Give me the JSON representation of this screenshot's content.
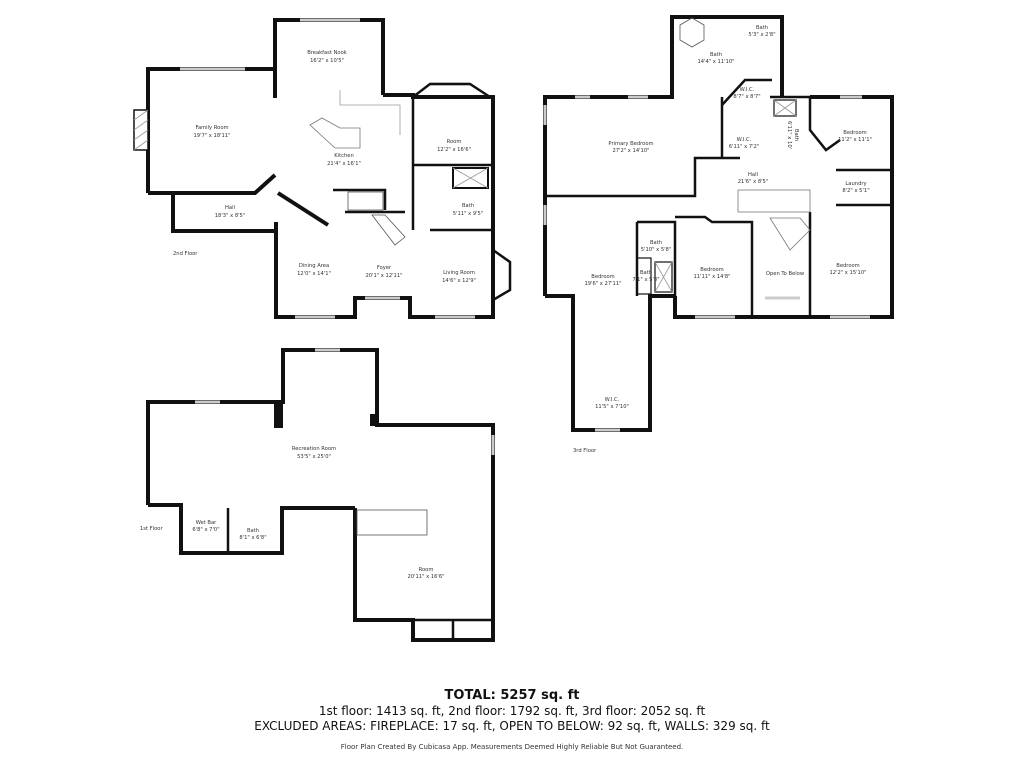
{
  "floors": [
    {
      "label": "2nd Floor",
      "rooms": [
        {
          "name": "Breakfast Nook",
          "dims": "16'2\" x 10'5\""
        },
        {
          "name": "Family Room",
          "dims": "19'7\" x 18'11\""
        },
        {
          "name": "Kitchen",
          "dims": "21'4\" x 16'1\""
        },
        {
          "name": "Room",
          "dims": "12'2\" x 16'6\""
        },
        {
          "name": "Hall",
          "dims": "18'3\" x 8'5\""
        },
        {
          "name": "Bath",
          "dims": "5'11\" x 9'5\""
        },
        {
          "name": "Dining Area",
          "dims": "12'0\" x 14'1\""
        },
        {
          "name": "Foyer",
          "dims": "20'1\" x 12'11\""
        },
        {
          "name": "Living Room",
          "dims": "14'6\" x 12'9\""
        }
      ]
    },
    {
      "label": "3rd Floor",
      "rooms": [
        {
          "name": "Bath",
          "dims": "5'3\" x 2'8\""
        },
        {
          "name": "Bath",
          "dims": "14'4\" x 11'10\""
        },
        {
          "name": "W.I.C.",
          "dims": "8'7\" x 8'7\""
        },
        {
          "name": "Primary Bedroom",
          "dims": "27'2\" x 14'10\""
        },
        {
          "name": "W.I.C.",
          "dims": "6'11\" x 7'2\""
        },
        {
          "name": "Bath",
          "dims": "6'11\" x 10'"
        },
        {
          "name": "Bedroom",
          "dims": "11'2\" x 11'1\""
        },
        {
          "name": "Hall",
          "dims": "21'6\" x 8'5\""
        },
        {
          "name": "Laundry",
          "dims": "8'2\" x 5'1\""
        },
        {
          "name": "Bath",
          "dims": "5'10\" x 5'8\""
        },
        {
          "name": "Bath",
          "dims": "7'1\" x 5'8\""
        },
        {
          "name": "Bedroom",
          "dims": "11'11\" x 14'8\""
        },
        {
          "name": "Open To Below",
          "dims": ""
        },
        {
          "name": "Bedroom",
          "dims": "12'2\" x 15'10\""
        },
        {
          "name": "Bedroom",
          "dims": "19'6\" x 27'11\""
        },
        {
          "name": "W.I.C.",
          "dims": "11'5\" x 7'10\""
        }
      ]
    },
    {
      "label": "1st Floor",
      "rooms": [
        {
          "name": "Recreation Room",
          "dims": "53'5\" x 25'0\""
        },
        {
          "name": "Wet Bar",
          "dims": "6'8\" x 7'0\""
        },
        {
          "name": "Bath",
          "dims": "8'1\" x 6'8\""
        },
        {
          "name": "Room",
          "dims": "20'11\" x 16'6\""
        }
      ]
    }
  ],
  "summary": {
    "total": "TOTAL: 5257 sq. ft",
    "floors_line": "1st floor: 1413 sq. ft, 2nd floor: 1792 sq. ft, 3rd floor: 2052 sq. ft",
    "excluded_line": "EXCLUDED AREAS: FIREPLACE: 17 sq. ft, OPEN TO BELOW: 92 sq. ft, WALLS: 329 sq. ft",
    "footer": "Floor Plan Created By Cubicasa App. Measurements Deemed Highly Reliable But Not Guaranteed."
  }
}
